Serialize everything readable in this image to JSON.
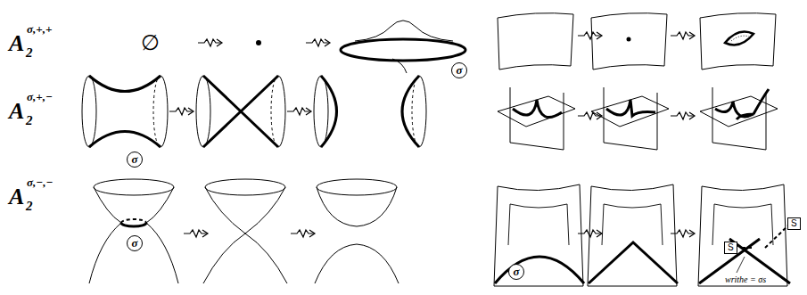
{
  "diagram": {
    "labels": [
      "A",
      "2",
      "σ,+,+",
      "A",
      "2",
      "σ,+,−",
      "A",
      "2",
      "σ,−,−",
      "∅",
      "σ",
      "σ",
      "σ",
      "σ",
      "S",
      "S",
      "writhe = σs"
    ]
  }
}
